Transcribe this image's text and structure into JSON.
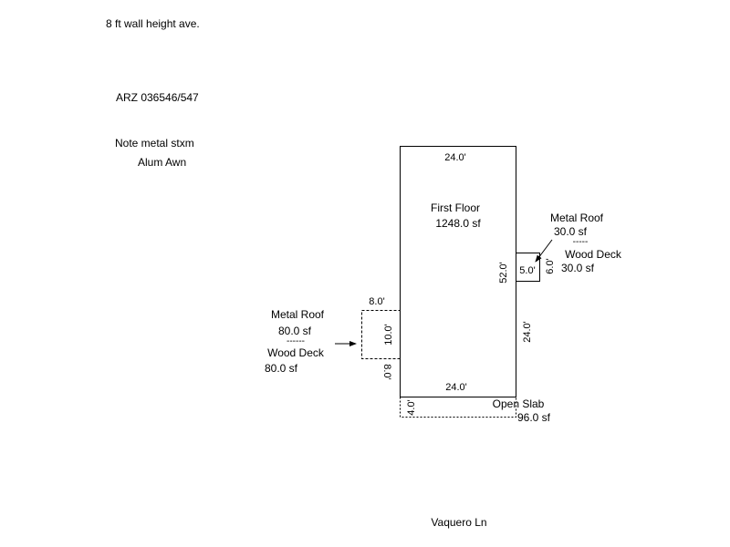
{
  "notes": {
    "wall_height": "8 ft wall height ave.",
    "arz": "ARZ 036546/547",
    "note_metal": "Note metal stxm",
    "alum_awn": "Alum Awn"
  },
  "first_floor": {
    "label": "First Floor",
    "area": "1248.0 sf",
    "dim_top": "24.0'",
    "dim_bottom": "24.0'",
    "dim_right_upper": "52.0'",
    "dim_right_lower": "24.0'",
    "dim_left": "8.0'"
  },
  "left_deck": {
    "roof_label": "Metal Roof",
    "roof_area": "80.0 sf",
    "separator": "------",
    "deck_label": "Wood Deck",
    "deck_area": "80.0 sf",
    "dim_top": "8.0'",
    "dim_side": "10.0'"
  },
  "right_deck": {
    "roof_label": "Metal Roof",
    "roof_area": "30.0 sf",
    "separator": "-----",
    "deck_label": "Wood Deck",
    "deck_area": "30.0 sf",
    "dim_width": "5.0'",
    "dim_height": "6.0'"
  },
  "slab": {
    "label": "Open Slab",
    "area": "96.0 sf",
    "dim_depth": "4.0'"
  },
  "street": "Vaquero Ln"
}
